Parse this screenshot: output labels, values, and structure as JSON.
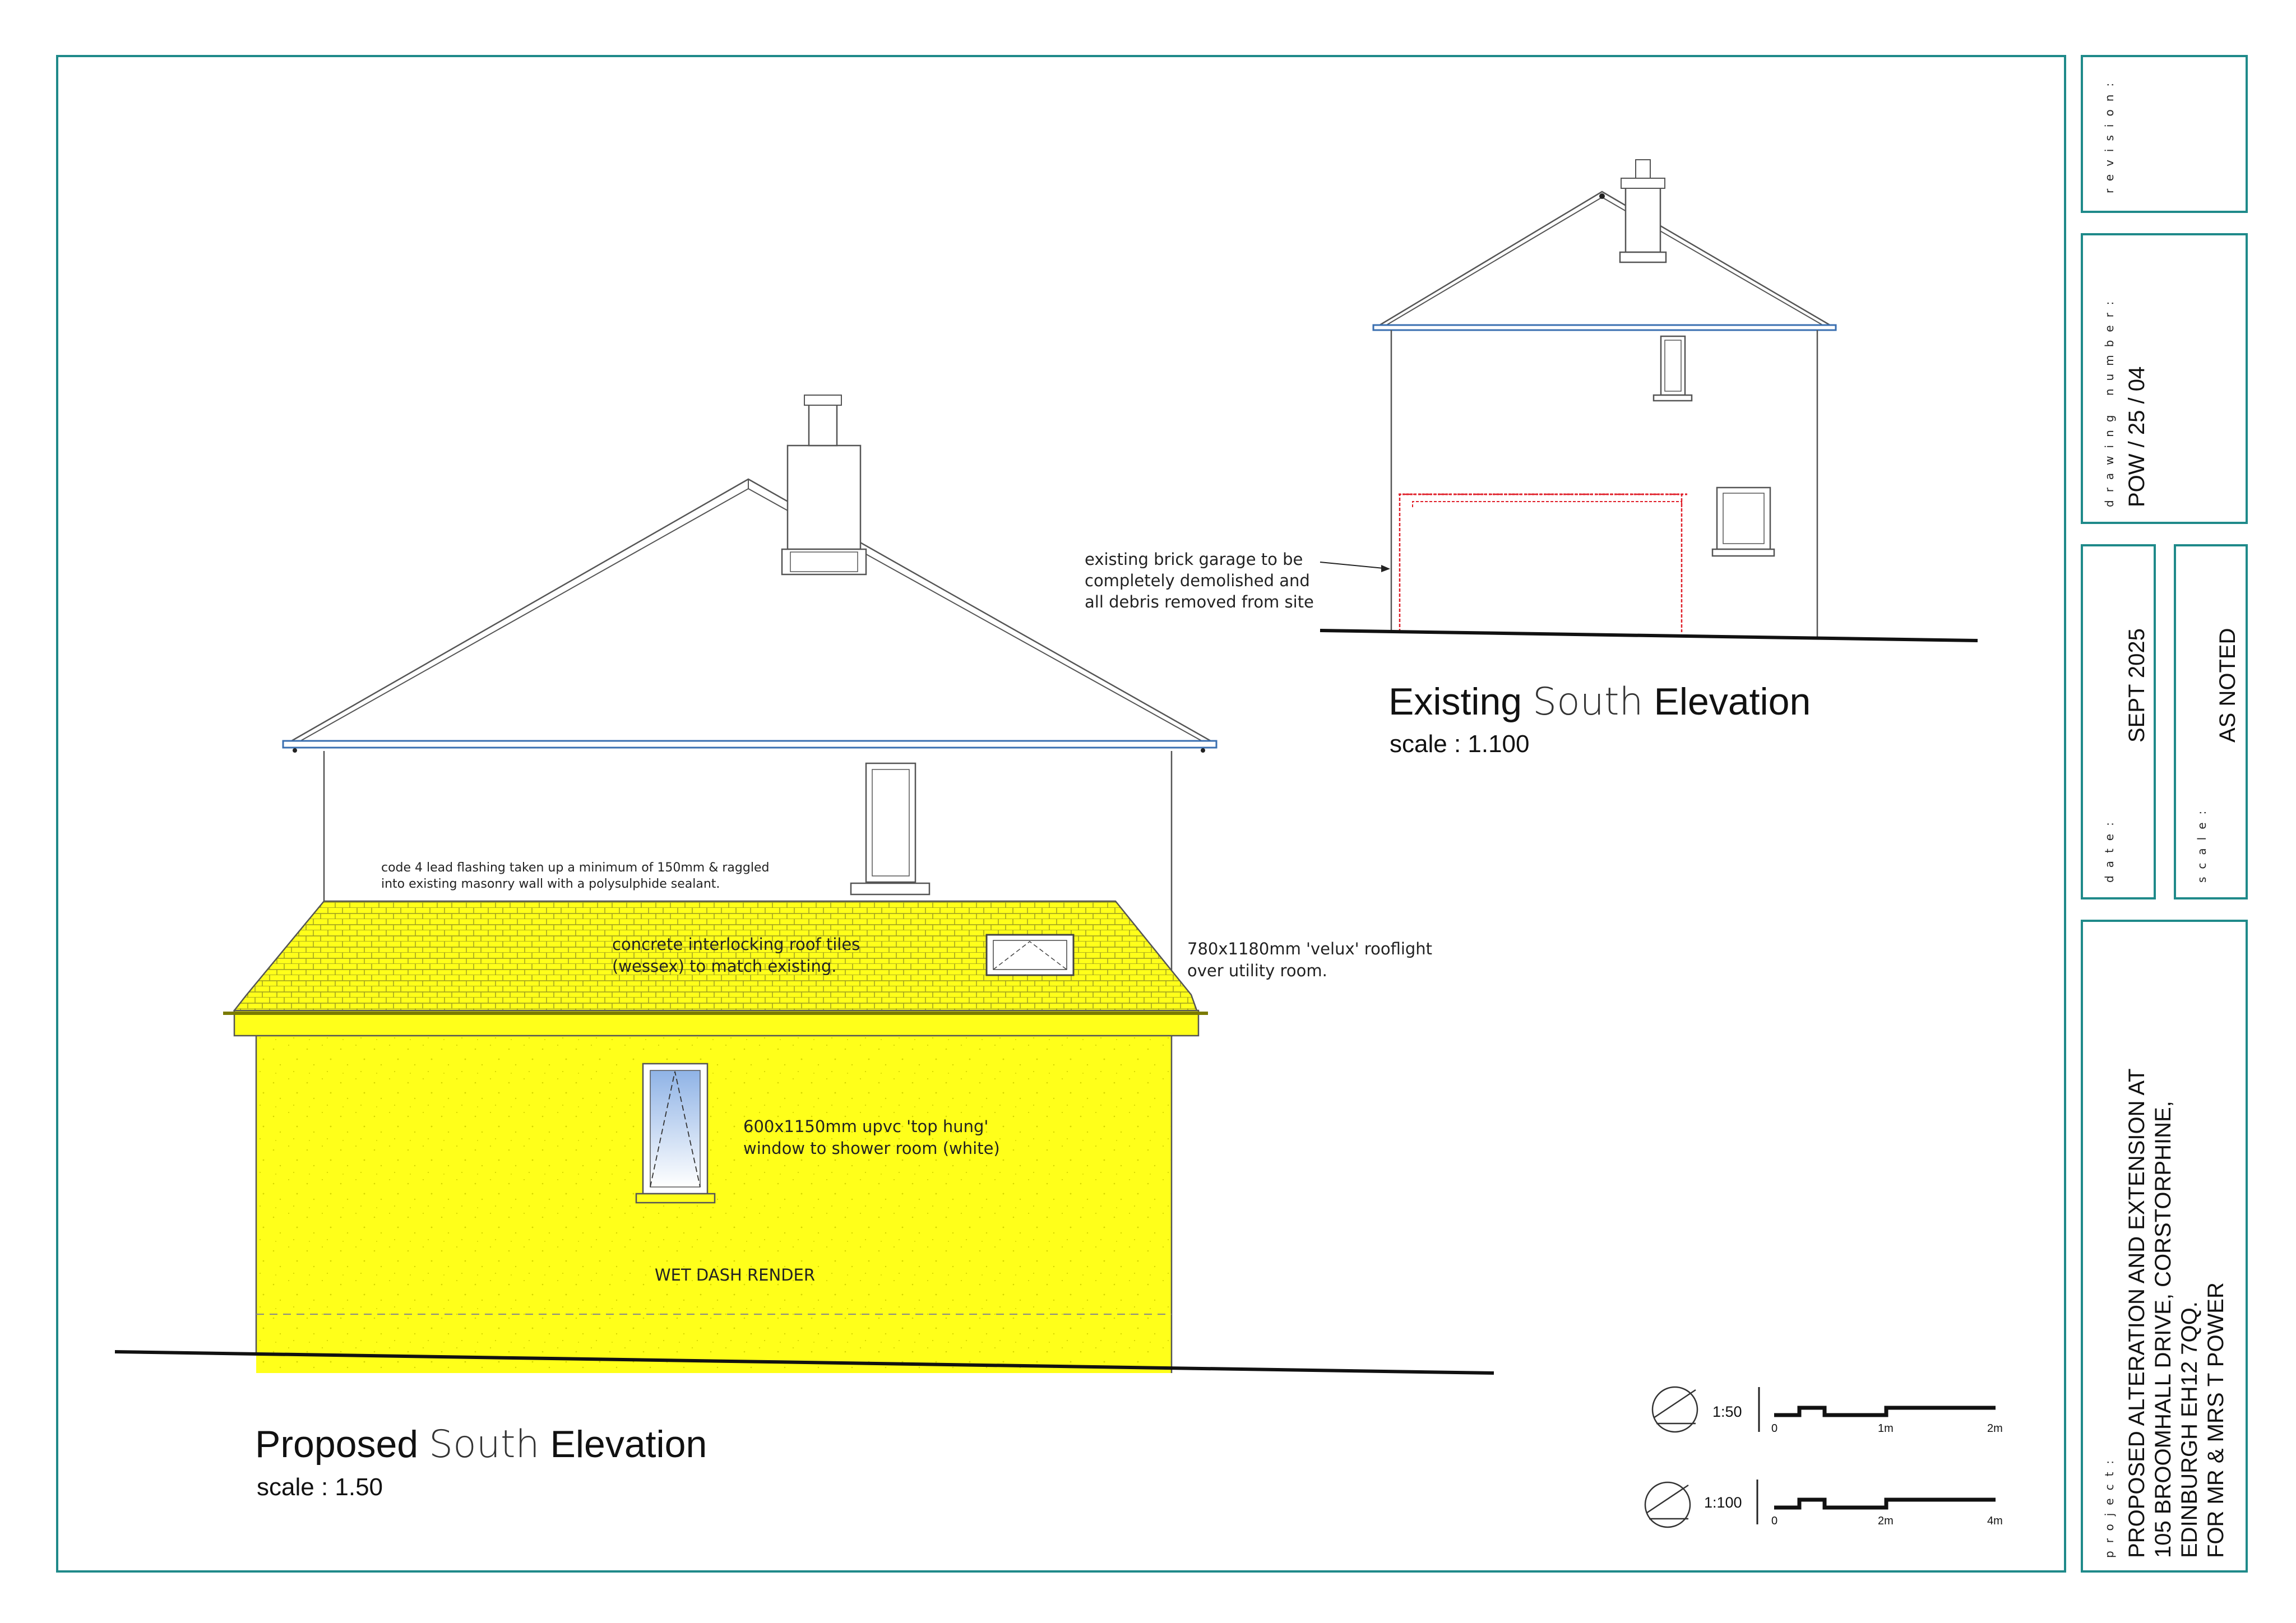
{
  "colors": {
    "frame": "#1f8a8a",
    "render": "#ffff1a",
    "demolish": "#e0202a",
    "gutter": "#3a6fb0",
    "line": "#555555"
  },
  "proposed": {
    "title_a": "Proposed",
    "title_b": "South",
    "title_c": "Elevation",
    "scale": "scale : 1.50",
    "note_flashing_1": "code 4 lead flashing taken up a minimum of 150mm & raggled",
    "note_flashing_2": "into existing masonry wall with a polysulphide sealant.",
    "note_tiles_1": "concrete interlocking roof tiles",
    "note_tiles_2": "(wessex) to match existing.",
    "note_velux_1": "780x1180mm 'velux' rooflight",
    "note_velux_2": "over utility room.",
    "note_window_1": "600x1150mm upvc 'top hung'",
    "note_window_2": "window to shower room (white)",
    "note_render": "WET DASH RENDER"
  },
  "existing": {
    "title_a": "Existing",
    "title_b": "South",
    "title_c": "Elevation",
    "scale": "scale : 1.100",
    "note_garage_1": "existing brick garage to be",
    "note_garage_2": "completely demolished and",
    "note_garage_3": "all debris removed from site"
  },
  "scale_bars": [
    {
      "label": "1:50",
      "ticks": [
        "0",
        "1m",
        "2m"
      ]
    },
    {
      "label": "1:100",
      "ticks": [
        "0",
        "2m",
        "4m"
      ]
    }
  ],
  "title_block": {
    "revision_label": "revision:",
    "drawing_number_label": "drawing number:",
    "drawing_number": "POW / 25 / 04",
    "date_label": "date:",
    "date": "SEPT 2025",
    "scale_label": "scale:",
    "scale": "AS NOTED",
    "project_label": "project:",
    "project_lines": [
      "PROPOSED ALTERATION AND EXTENSION AT",
      "105 BROOMHALL DRIVE, CORSTORPHINE,",
      "EDINBURGH EH12 7QQ.",
      "FOR MR & MRS T POWER"
    ]
  }
}
